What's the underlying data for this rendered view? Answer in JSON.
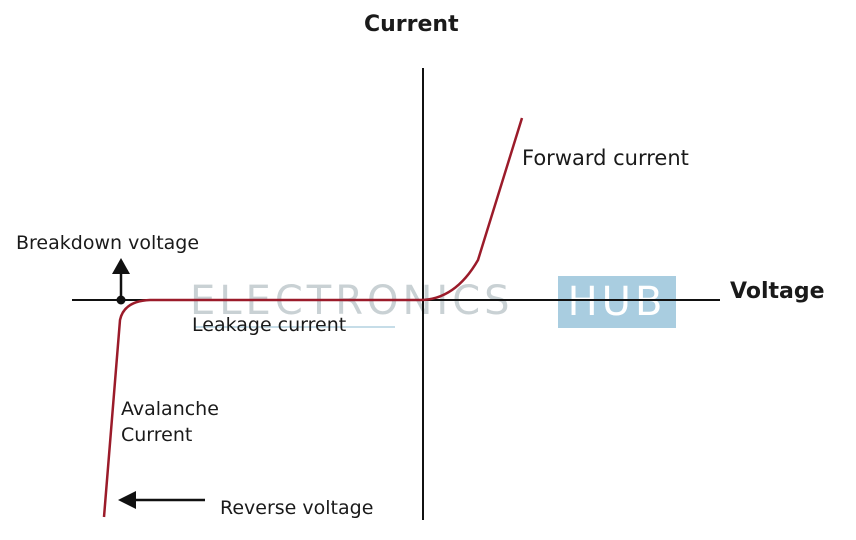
{
  "axes": {
    "y_label": "Current",
    "x_label": "Voltage"
  },
  "annotations": {
    "forward_current": "Forward current",
    "breakdown_voltage": "Breakdown voltage",
    "leakage_current": "Leakage current",
    "avalanche_current_line1": "Avalanche",
    "avalanche_current_line2": "Current",
    "reverse_voltage": "Reverse voltage"
  },
  "watermark": {
    "text": "ELECTRONICS",
    "box_text": "HUB"
  },
  "colors": {
    "curve": "#9b1b2a",
    "axes": "#111111",
    "watermark_box": "#a9cde0"
  }
}
